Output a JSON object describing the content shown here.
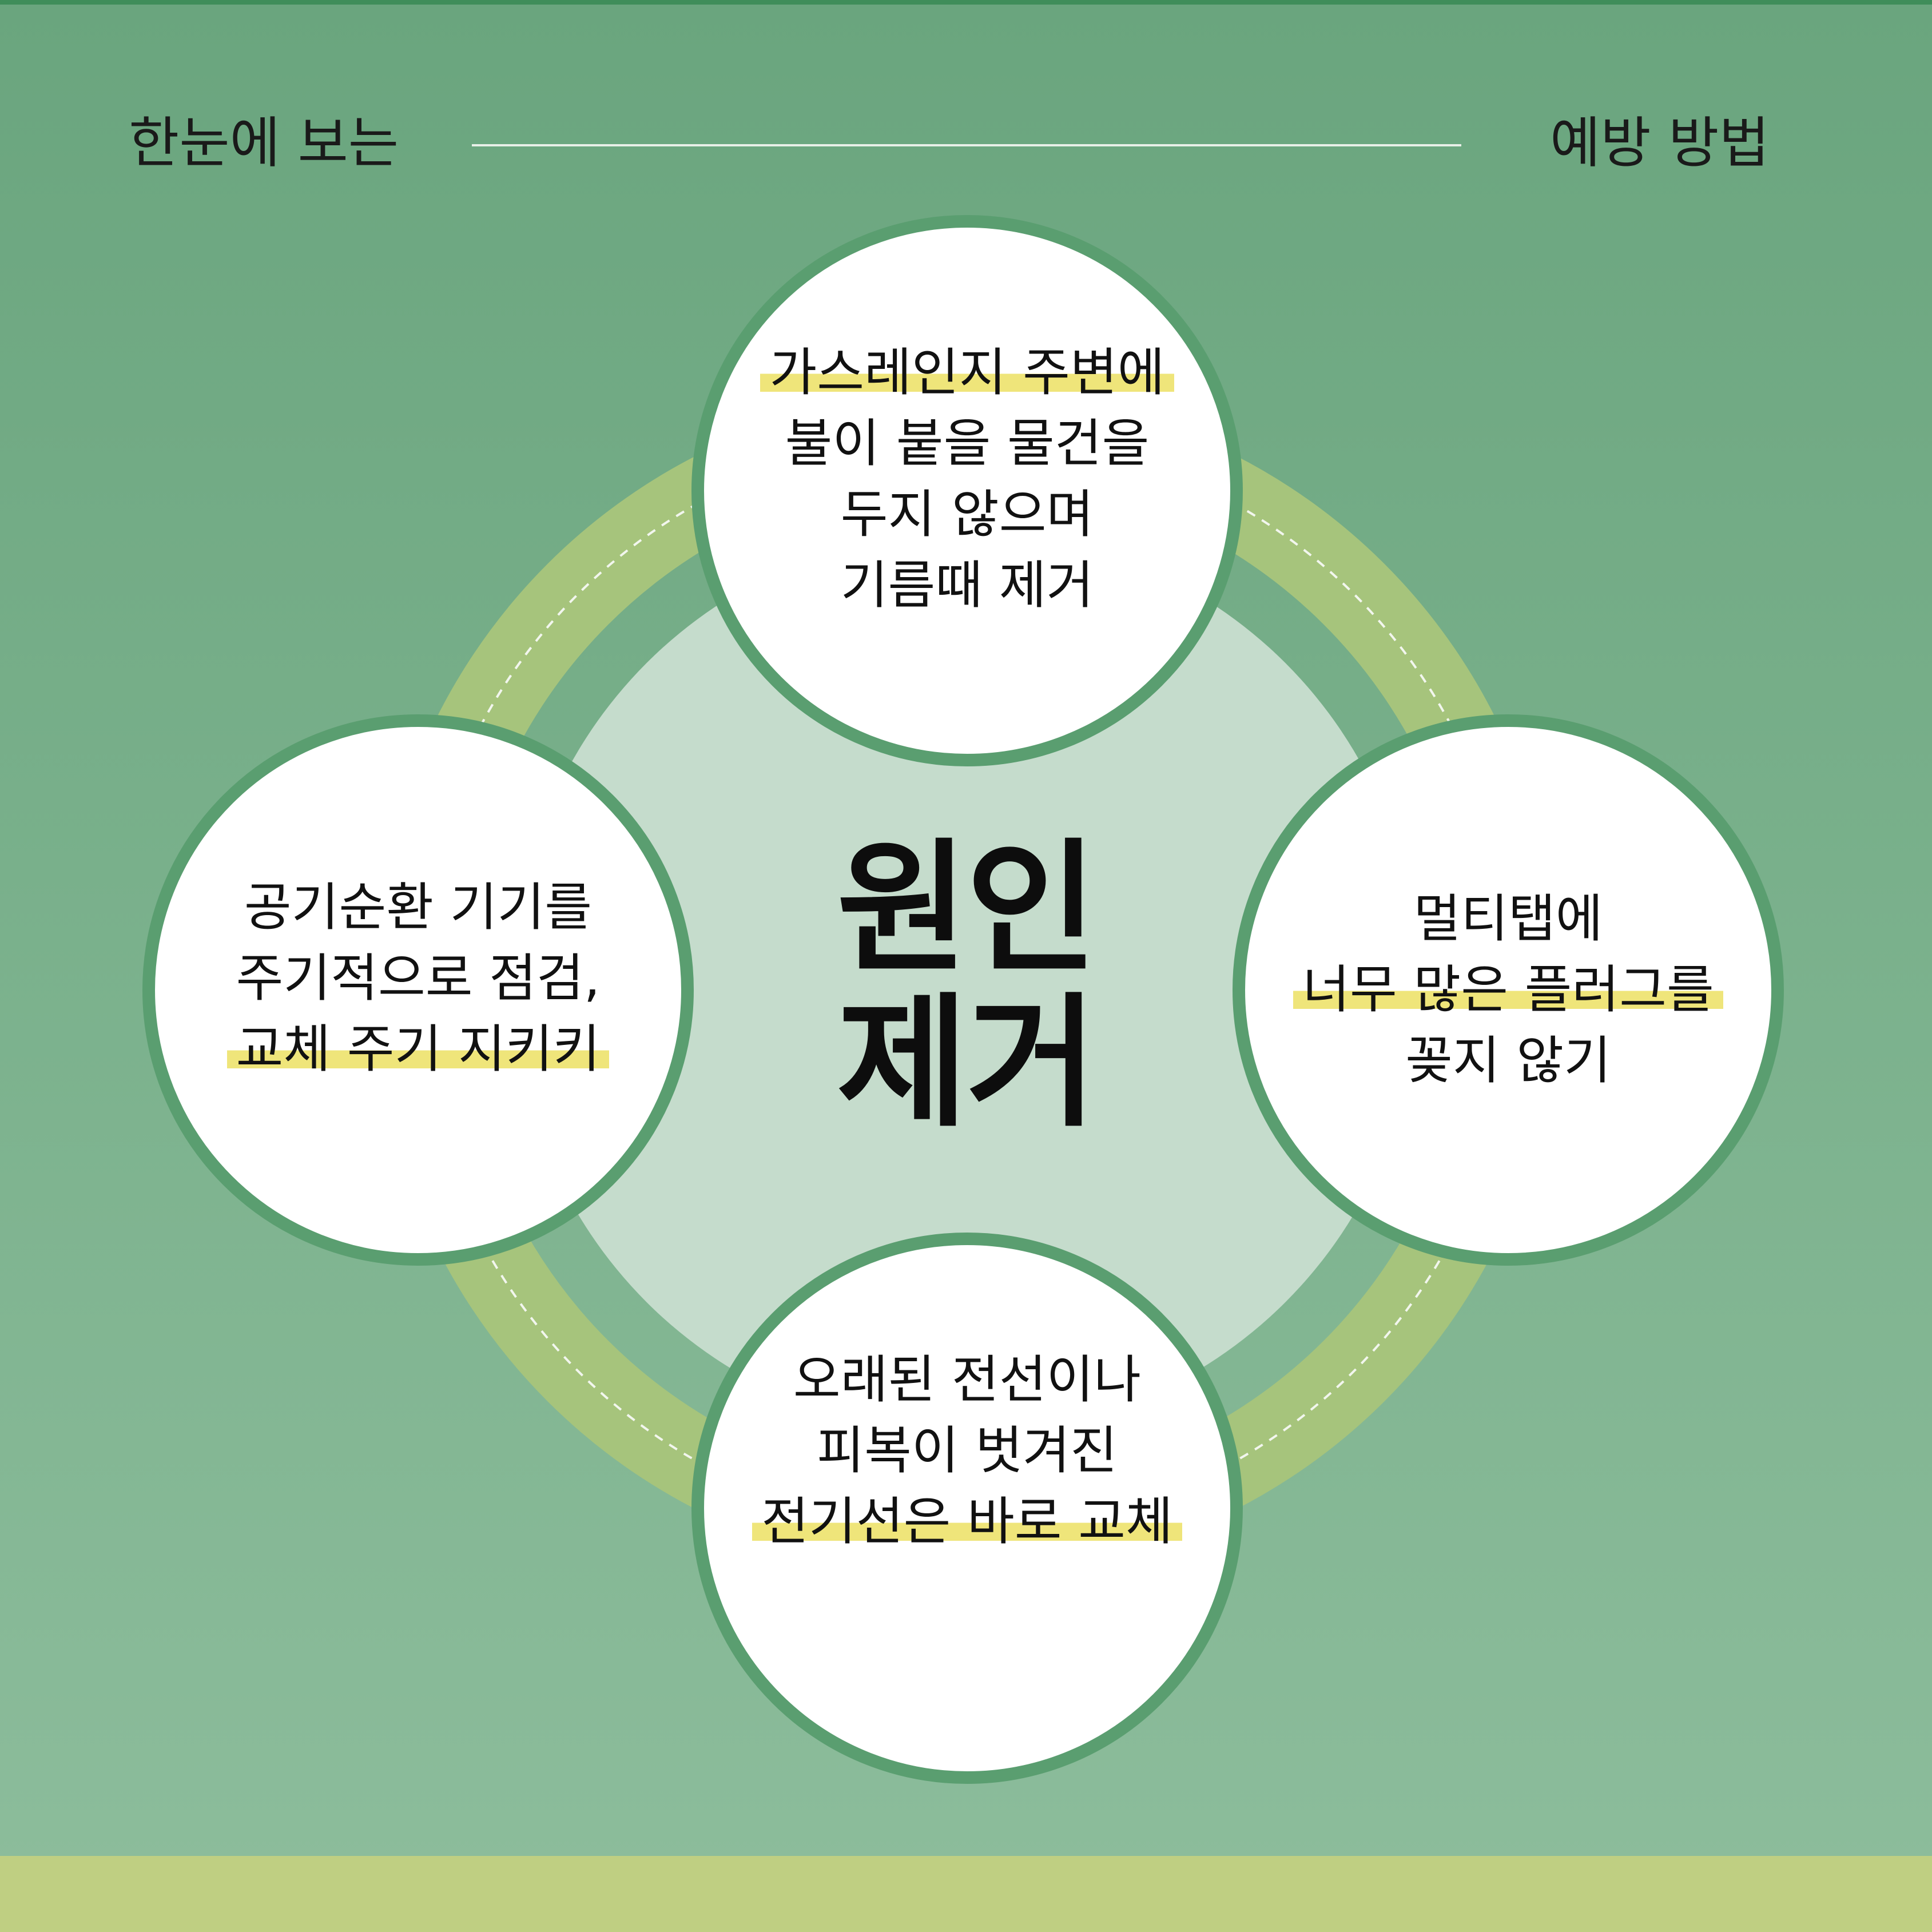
{
  "header": {
    "left": "한눈에 보는",
    "right": "예방 방법"
  },
  "center": {
    "line1": "원인",
    "line2": "제거"
  },
  "circles": [
    {
      "position": "top",
      "lines": [
        "가스레인지 주변에",
        "불이 붙을 물건을",
        "두지 않으며",
        "기름때 제거"
      ]
    },
    {
      "position": "left",
      "lines": [
        "공기순환 기기를",
        "주기적으로 점검,",
        "교체 주기 지키키"
      ]
    },
    {
      "position": "right",
      "lines": [
        "멀티탭에",
        "너무 많은 플러그를",
        "꽂지 않기"
      ]
    },
    {
      "position": "bottom",
      "lines": [
        "오래된 전선이나",
        "피복이 벗겨진",
        "전기선은 바로 교체"
      ]
    }
  ],
  "colors": {
    "background": "#6aa57e",
    "ring": "#a6c47c",
    "inner_disc": "#c5dccc",
    "circle_border": "#5a9e70",
    "highlight": "#efe57a",
    "bottom_band": "#bfcf82"
  }
}
